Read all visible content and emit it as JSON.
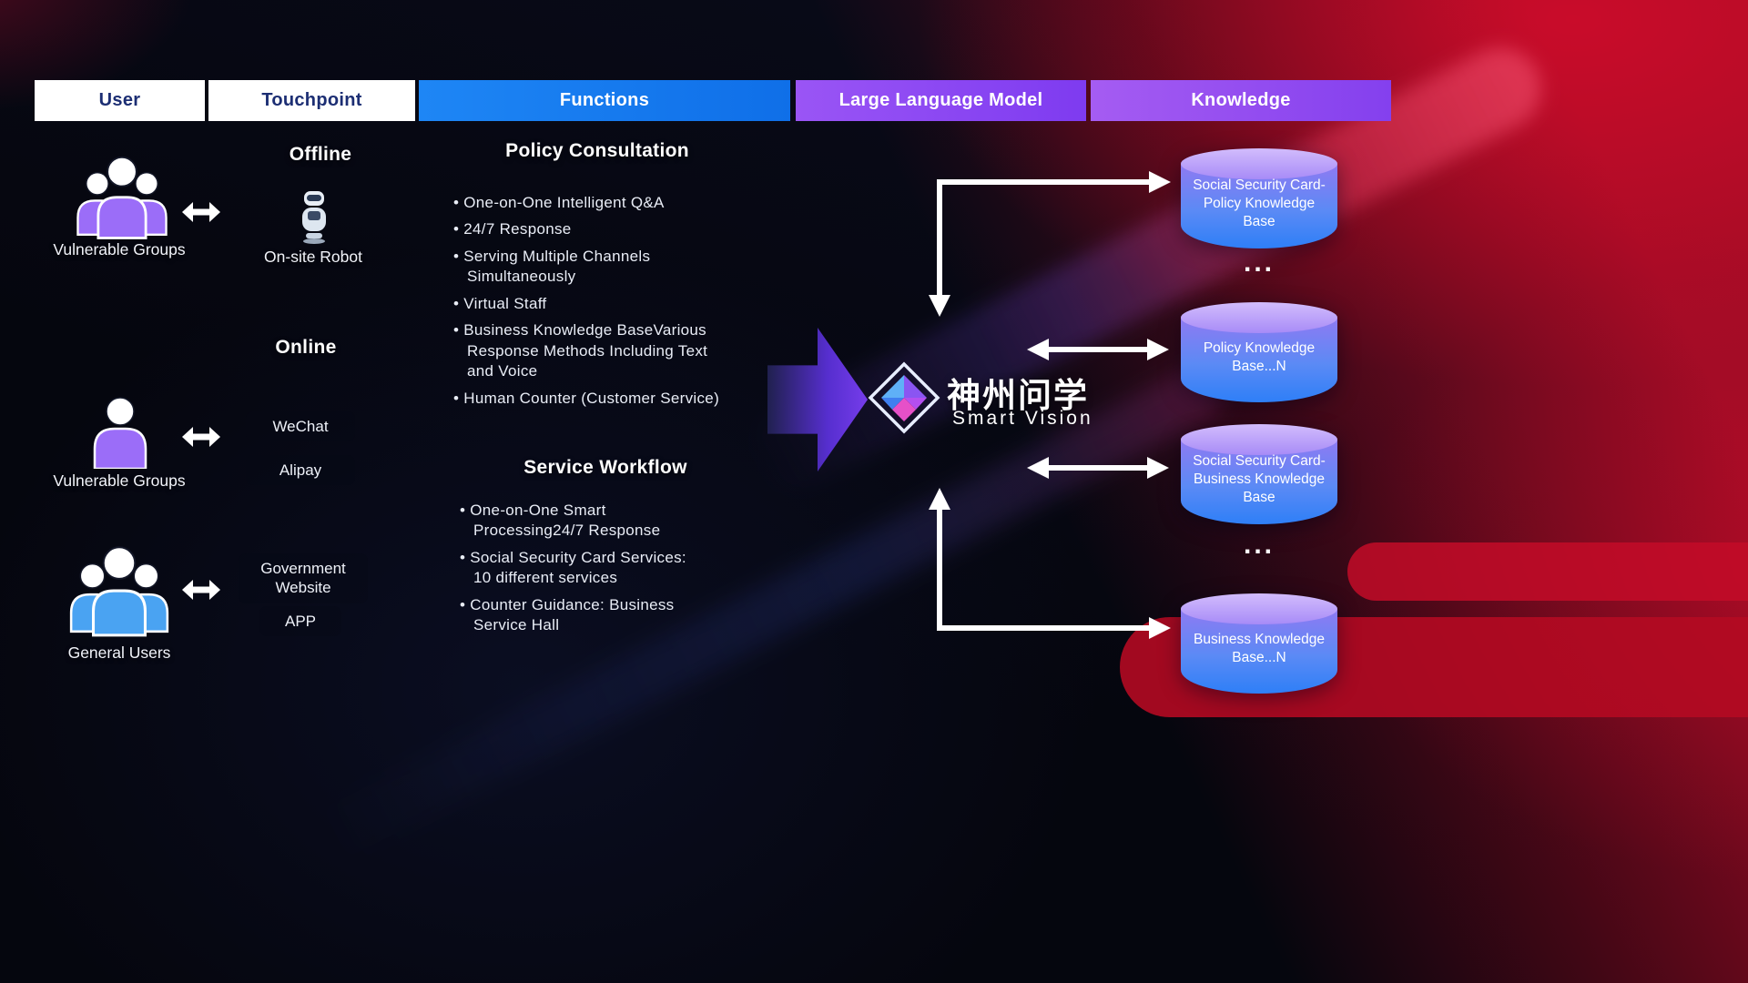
{
  "header": {
    "user": "User",
    "touchpoint": "Touchpoint",
    "functions": "Functions",
    "llm": "Large Language Model",
    "knowledge": "Knowledge"
  },
  "users": {
    "group1_label": "Vulnerable Groups",
    "group2_label": "Vulnerable Groups",
    "group3_label": "General Users"
  },
  "touchpoint": {
    "offline_title": "Offline",
    "onsite_robot": "On-site Robot",
    "online_title": "Online",
    "wechat": "WeChat",
    "alipay": "Alipay",
    "gov_website": "Government Website",
    "app": "APP"
  },
  "functions": {
    "policy_title": "Policy Consultation",
    "policy_items": [
      "One-on-One Intelligent Q&A",
      "24/7 Response",
      "Serving Multiple Channels Simultaneously",
      "Virtual Staff",
      "Business Knowledge BaseVarious Response Methods Including Text and Voice",
      "Human Counter (Customer Service)"
    ],
    "workflow_title": "Service Workflow",
    "workflow_items": [
      "One-on-One Smart Processing24/7 Response",
      "Social Security Card Services: 10 different services",
      "Counter Guidance: Business Service Hall"
    ]
  },
  "llm": {
    "brand_cn": "神州问学",
    "brand_en": "Smart Vision"
  },
  "knowledge": {
    "db1": "Social Security Card-Policy Knowledge Base",
    "ellipsis1": "...",
    "db2": "Policy Knowledge Base...N",
    "db3": "Social Security Card-Business Knowledge Base",
    "ellipsis2": "...",
    "db4": "Business Knowledge Base...N"
  },
  "icons": {
    "user_group": "group-icon",
    "user_single": "person-icon",
    "robot": "robot-icon",
    "bidirectional_arrow": "double-arrow-icon",
    "flow_arrow": "flow-arrow-icon",
    "logo": "diamond-logo-icon",
    "database": "database-cylinder-icon"
  },
  "colors": {
    "header_light_text": "#1c2e73",
    "header_blue_bg": "#1479f0",
    "header_purple_bg": "#8a4cf0",
    "accent_purple": "#9b6df8",
    "accent_blue": "#4aa3f2",
    "db_top": "#c2a9fa",
    "db_bottom": "#2e7ff7",
    "background_red": "#c00c2a",
    "text_light": "#e9edf6"
  }
}
